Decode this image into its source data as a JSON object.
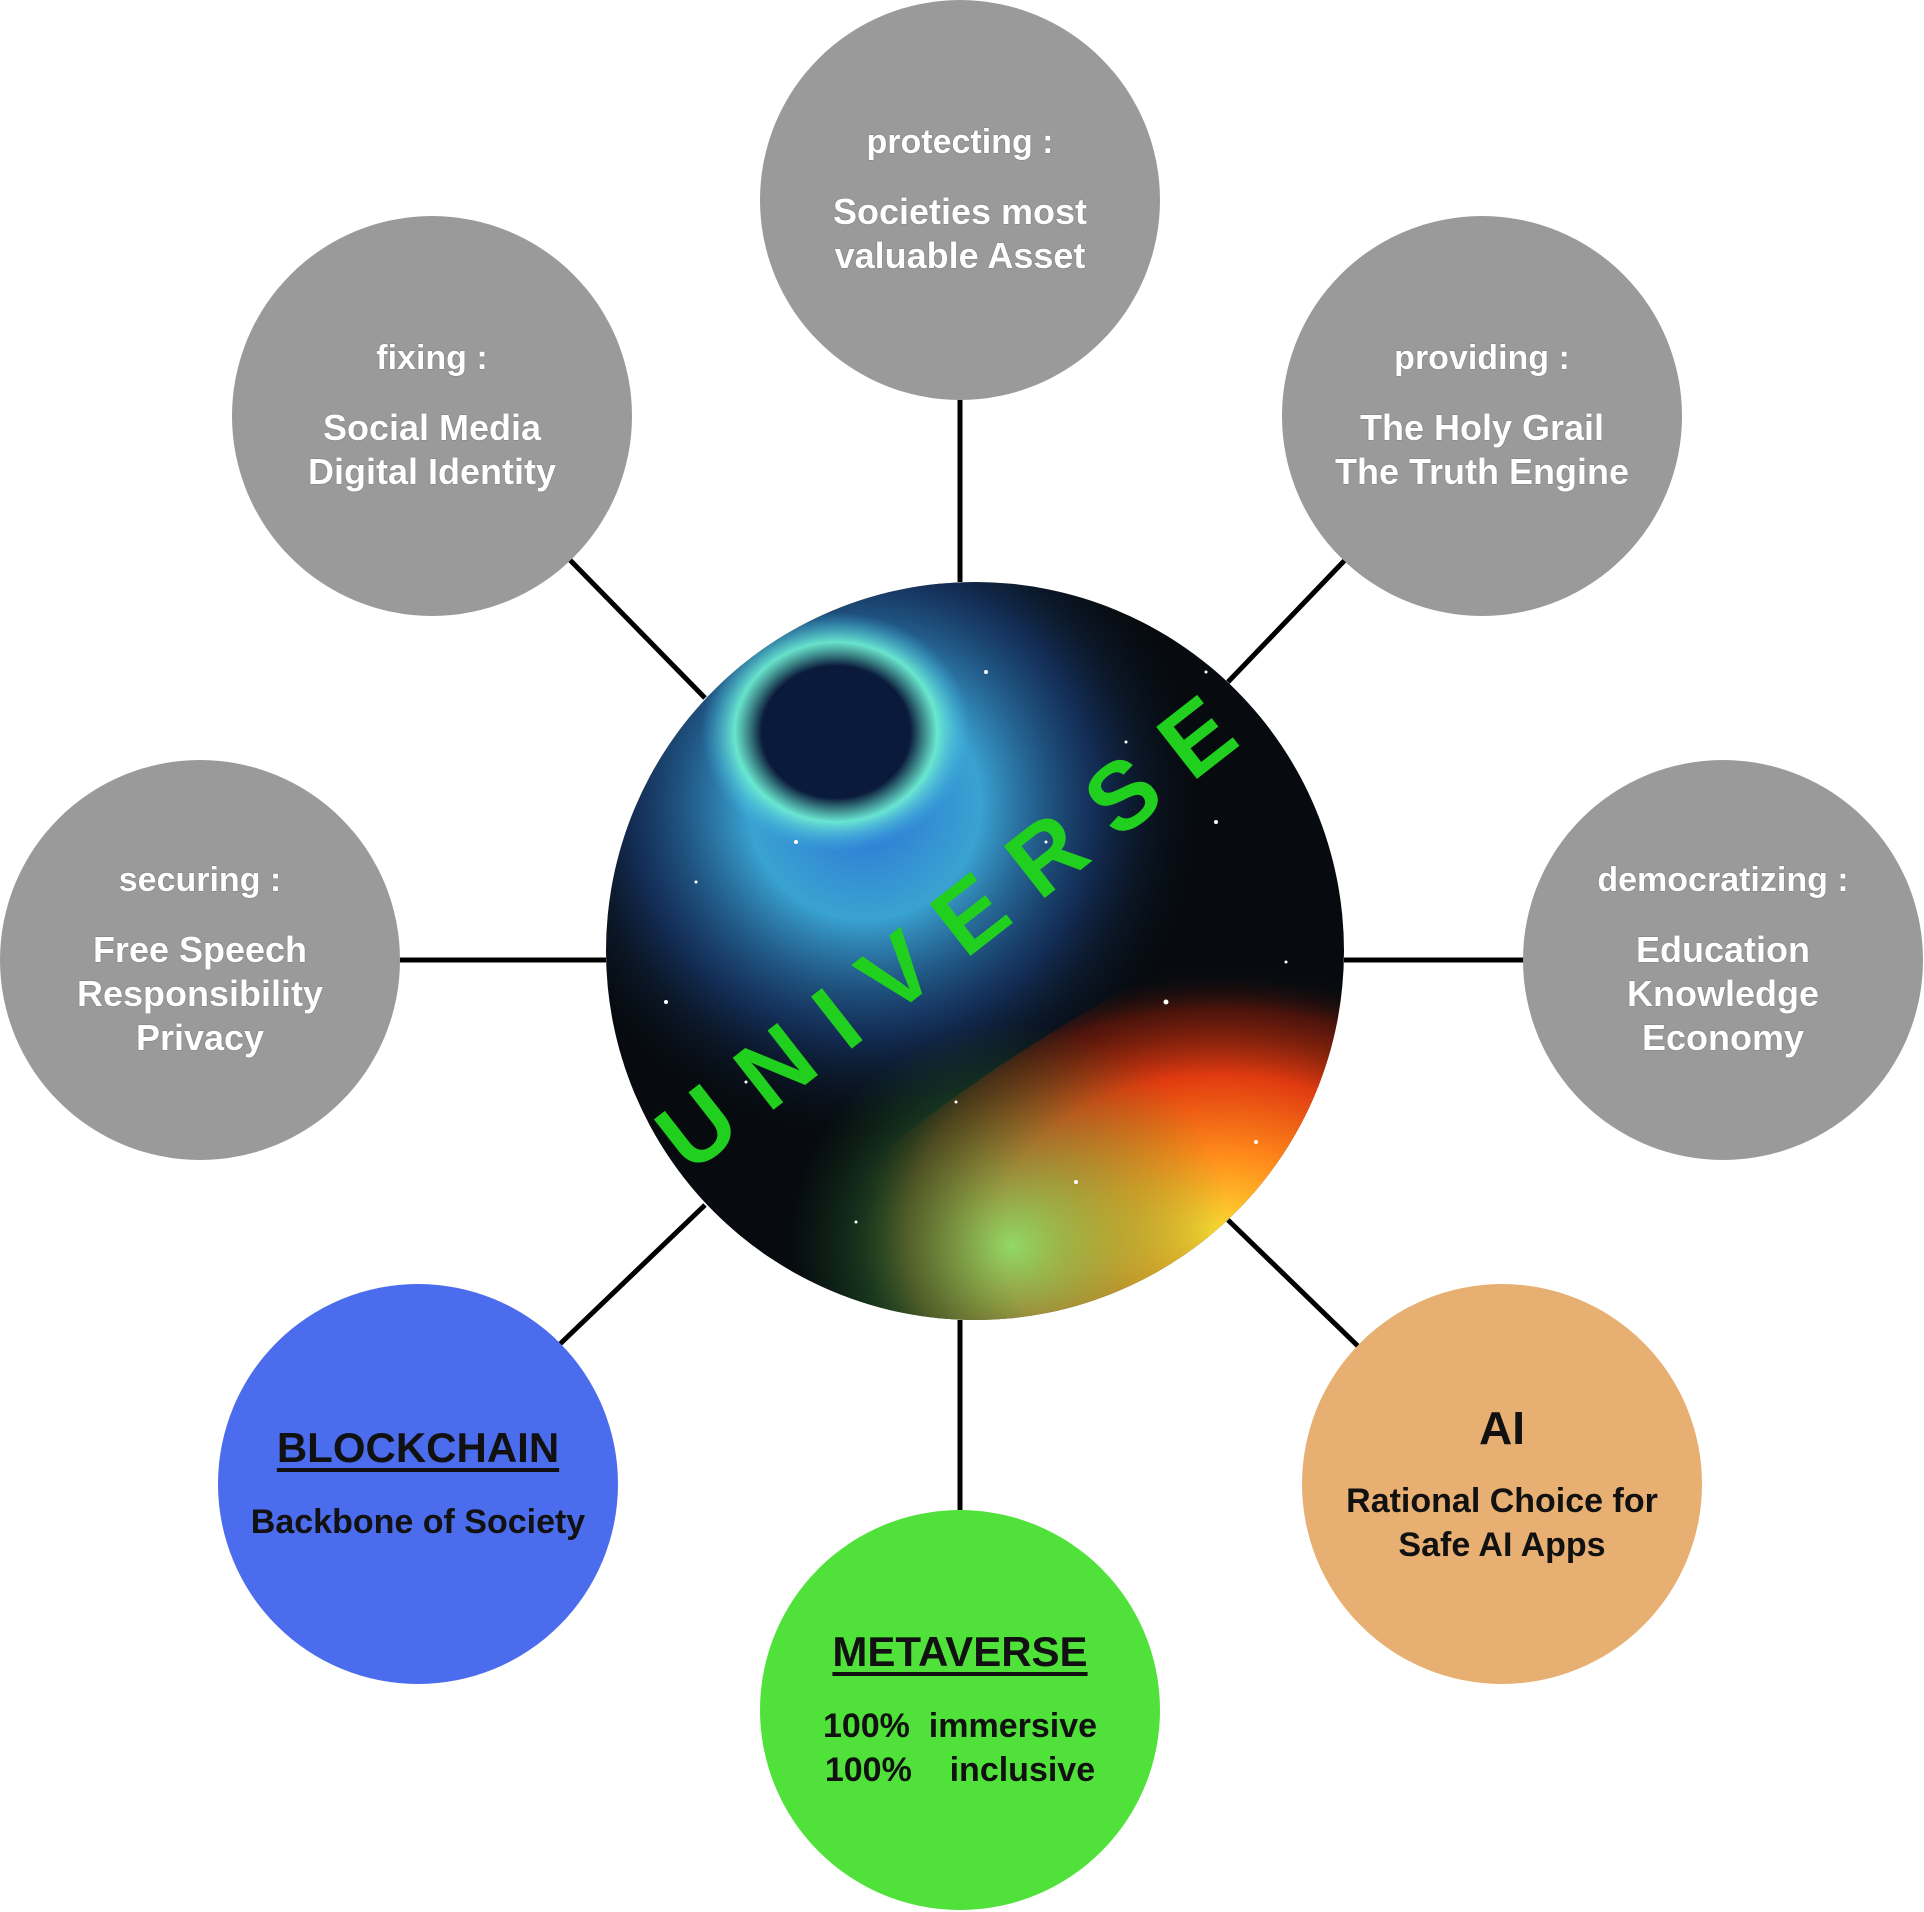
{
  "center": {
    "label": "UNIVERSE",
    "label_color": "#21d01e",
    "background": "space nebula image"
  },
  "nodes": {
    "protecting": {
      "verb": "protecting :",
      "lines": [
        "Societies most",
        "valuable Asset"
      ]
    },
    "providing": {
      "verb": "providing :",
      "lines": [
        "The Holy Grail",
        "The Truth Engine"
      ]
    },
    "democratizing": {
      "verb": "democratizing :",
      "lines": [
        "Education",
        "Knowledge",
        "Economy"
      ]
    },
    "fixing": {
      "verb": "fixing :",
      "lines": [
        "Social Media",
        "Digital Identity"
      ]
    },
    "securing": {
      "verb": "securing :",
      "lines": [
        "Free Speech",
        "Responsibility",
        "Privacy"
      ]
    },
    "blockchain": {
      "title": "BLOCKCHAIN",
      "lines": [
        "Backbone of Society"
      ],
      "color": "#4b6cec"
    },
    "metaverse": {
      "title": "METAVERSE",
      "lines": [
        "100%  immersive",
        "100%    inclusive"
      ],
      "color": "#50e23a"
    },
    "ai": {
      "title": "AI",
      "lines": [
        "Rational Choice for",
        "Safe AI Apps"
      ],
      "color": "#e7b072"
    }
  },
  "colors": {
    "gray_node": "#9a9a9a",
    "connector": "#000000"
  }
}
